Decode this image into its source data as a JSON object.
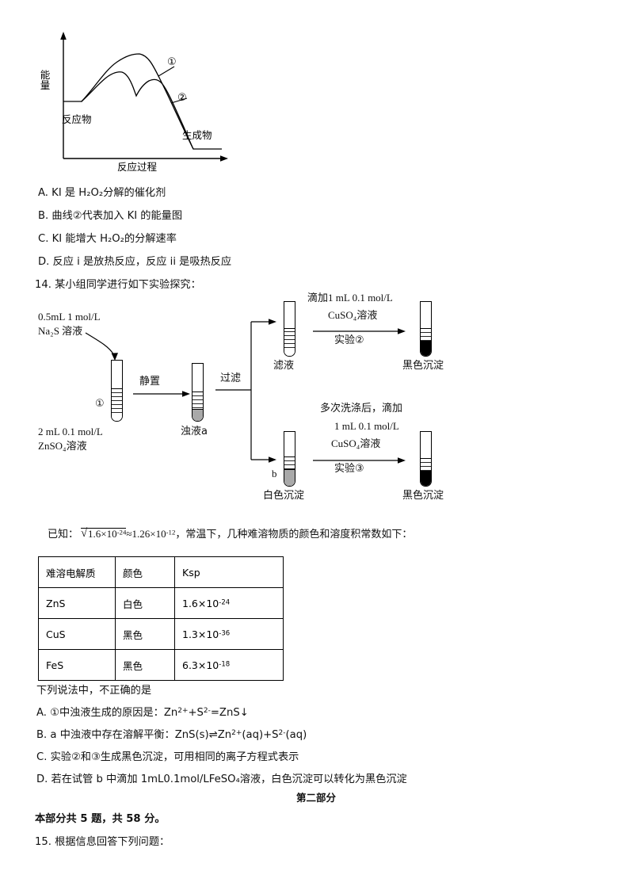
{
  "chart_data": {
    "type": "line",
    "title": "",
    "xlabel": "反应过程",
    "ylabel": "能量",
    "legend": [
      "①",
      "②"
    ],
    "annotations": [
      "反应物",
      "生成物"
    ],
    "series": [
      {
        "name": "①",
        "description": "单峰曲线，未加催化剂的能量变化",
        "points": [
          [
            0,
            100
          ],
          [
            10,
            100
          ],
          [
            18,
            100
          ],
          [
            45,
            40
          ],
          [
            72,
            18
          ],
          [
            95,
            38
          ],
          [
            125,
            75
          ],
          [
            160,
            120
          ],
          [
            196,
            160
          ],
          [
            200,
            160
          ],
          [
            235,
            160
          ]
        ]
      },
      {
        "name": "②",
        "description": "双峰曲线，加入KI催化剂的能量变化，含两个过渡态与一个中间体",
        "points": [
          [
            0,
            100
          ],
          [
            18,
            100
          ],
          [
            40,
            68
          ],
          [
            62,
            55
          ],
          [
            78,
            60
          ],
          [
            88,
            78
          ],
          [
            100,
            63
          ],
          [
            118,
            58
          ],
          [
            135,
            75
          ],
          [
            160,
            100
          ],
          [
            196,
            160
          ],
          [
            235,
            160
          ]
        ]
      }
    ],
    "grid": false,
    "axis_arrows": true
  },
  "energy_chart": {
    "y_axis_label": "能量",
    "y_axis_label_chars": [
      "能",
      "量"
    ],
    "x_axis_label": "反应过程",
    "reactants_label": "反应物",
    "products_label": "生成物",
    "curve1_label": "①",
    "curve2_label": "②"
  },
  "question13_options": [
    "A. KI 是 H₂O₂分解的催化剂",
    "B. 曲线②代表加入 KI 的能量图",
    "C. KI 能增大 H₂O₂的分解速率",
    "D. 反应 i 是放热反应，反应 ii 是吸热反应"
  ],
  "question14": {
    "stem": "14. 某小组同学进行如下实验探究："
  },
  "experiment_diagram": {
    "reagent_top_line1": "0.5mL 1 mol/L",
    "reagent_top_line2": "Na₂S 溶液",
    "tube1_number": "①",
    "reagent_bottom_line1": "2 mL 0.1 mol/L",
    "reagent_bottom_line2": "ZnSO₄溶液",
    "arrow1_label": "静置",
    "tube2_label": "浊液a",
    "arrow2_label": "过滤",
    "branch_top": {
      "tube_label": "滤液",
      "step_line1": "滴加1 mL 0.1 mol/L",
      "step_line2": "CuSO₄溶液",
      "step_line3": "实验②",
      "result_label": "黑色沉淀"
    },
    "branch_bottom": {
      "tube_label": "b",
      "tube_caption": "白色沉淀",
      "step_line1": "多次洗涤后，滴加",
      "step_line2": "1 mL 0.1 mol/L",
      "step_line3": "CuSO₄溶液",
      "step_line4": "实验③",
      "result_label": "黑色沉淀"
    }
  },
  "known_note": {
    "prefix": "已知：",
    "radicand": "1.6×10",
    "radicand_exp": "-24",
    "approx": "≈1.26×10",
    "approx_exp": "-12",
    "suffix": "，常温下，几种难溶物质的颜色和溶度积常数如下："
  },
  "ksp_table": {
    "headers": [
      "难溶电解质",
      "颜色",
      "Ksp"
    ],
    "rows": [
      {
        "substance": "ZnS",
        "color": "白色",
        "ksp_mantissa": "1.6×10",
        "ksp_exp": "-24"
      },
      {
        "substance": "CuS",
        "color": "黑色",
        "ksp_mantissa": "1.3×10",
        "ksp_exp": "-36"
      },
      {
        "substance": "FeS",
        "color": "黑色",
        "ksp_mantissa": "6.3×10",
        "ksp_exp": "-18"
      }
    ]
  },
  "question14_prompt": "下列说法中，不正确的是",
  "question14_options": {
    "a_prefix": "A. ①中浊液生成的原因是：Zn",
    "a_sup1": "2+",
    "a_mid": "+S",
    "a_sup2": "2-",
    "a_tail": "=ZnS↓",
    "b_prefix": "B. a 中浊液中存在溶解平衡：ZnS(s)⇌Zn",
    "b_sup1": "2+",
    "b_mid": "(aq)+S",
    "b_sup2": "2-",
    "b_tail": "(aq)",
    "c": "C. 实验②和③生成黑色沉淀，可用相同的离子方程式表示",
    "d": "D. 若在试管 b 中滴加 1mL0.1mol/LFeSO₄溶液，白色沉淀可以转化为黑色沉淀"
  },
  "section": {
    "title": "第二部分",
    "note": "本部分共 5 题，共 58 分。",
    "question15": "15. 根据信息回答下列问题："
  }
}
